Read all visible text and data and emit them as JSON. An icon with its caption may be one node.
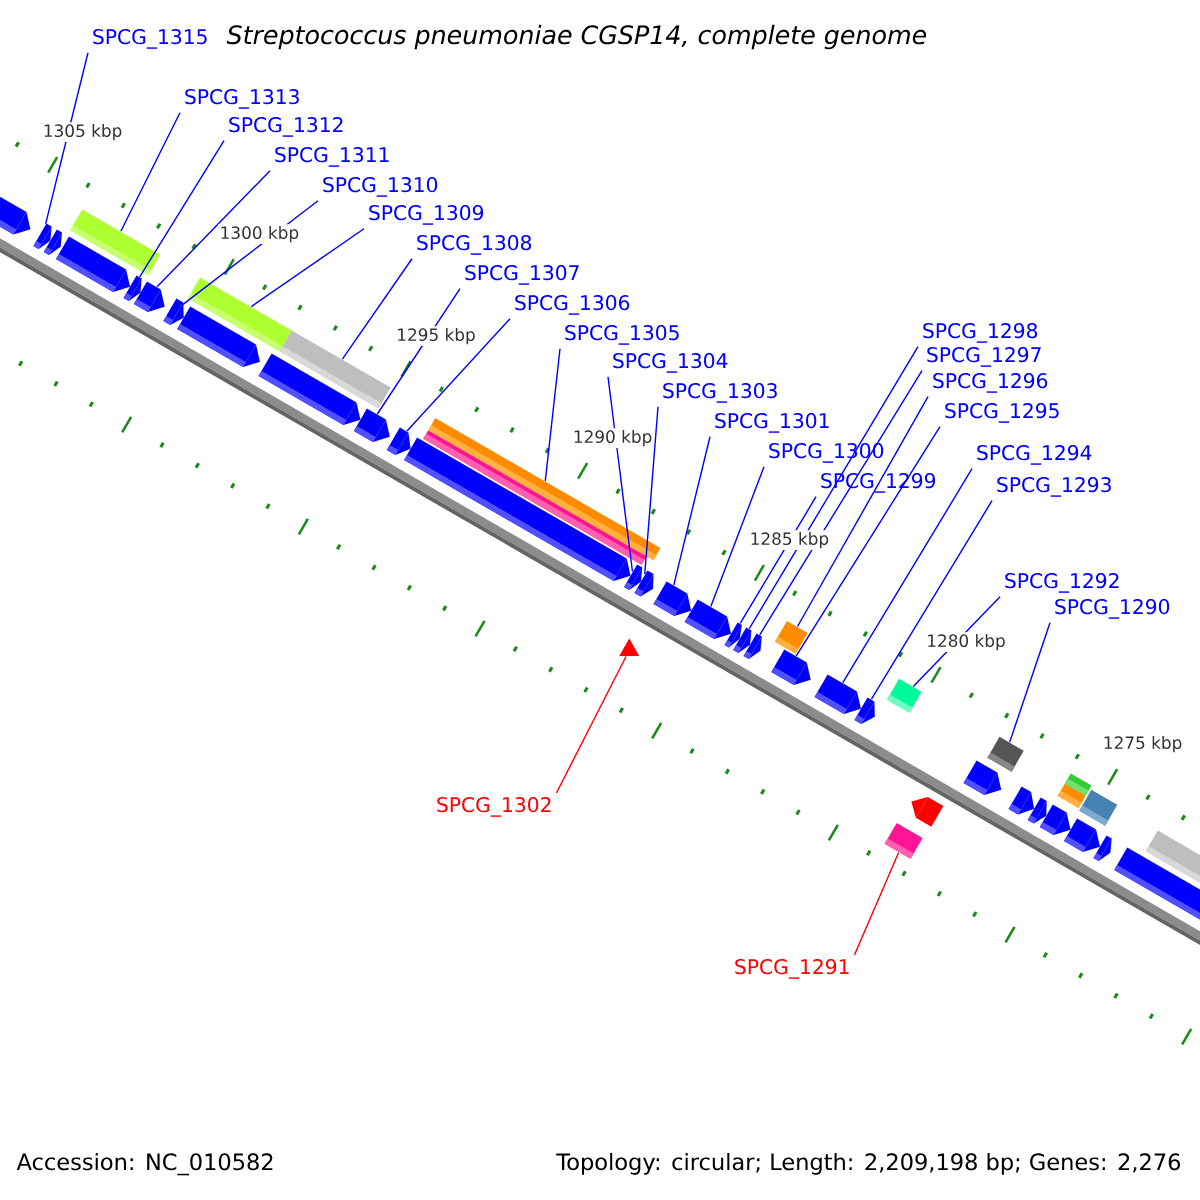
{
  "diagram": {
    "title": "Streptococcus pneumoniae CGSP14, complete genome",
    "nodes": [
      {
        "text": [
          "SPCG_1315"
        ]
      },
      {
        "text": [
          "SPCG_1313"
        ]
      },
      {
        "text": [
          "SPCG_1312"
        ]
      },
      {
        "text": [
          "SPCG_1311"
        ]
      },
      {
        "text": [
          "SPCG_1310"
        ]
      },
      {
        "text": [
          "SPCG_1309"
        ]
      },
      {
        "text": [
          "SPCG_1308"
        ]
      },
      {
        "text": [
          "SPCG_1307"
        ]
      },
      {
        "text": [
          "SPCG_1306"
        ]
      },
      {
        "text": [
          "SPCG_1305"
        ]
      },
      {
        "text": [
          "SPCG_1298"
        ]
      },
      {
        "text": [
          "SPCG_1297"
        ]
      },
      {
        "text": [
          "SPCG_1304"
        ]
      },
      {
        "text": [
          "SPCG_1296"
        ]
      },
      {
        "text": [
          "SPCG_1303"
        ]
      },
      {
        "text": [
          "SPCG_1295"
        ]
      },
      {
        "text": [
          "SPCG_1301"
        ]
      },
      {
        "text": [
          "SPCG_1300"
        ]
      },
      {
        "text": [
          "SPCG_1294"
        ]
      },
      {
        "text": [
          "SPCG_1299"
        ]
      },
      {
        "text": [
          "SPCG_1293"
        ]
      },
      {
        "text": [
          "SPCG_1292"
        ]
      },
      {
        "text": [
          "SPCG_1290"
        ]
      },
      {
        "text": [
          "SPCG_1302"
        ]
      },
      {
        "text": [
          "SPCG_1291"
        ]
      },
      {
        "text": [],
        "shape": "pentagon"
      },
      {
        "text": [],
        "shape": "pentagon"
      },
      {
        "text": [],
        "shape": "pentagon"
      },
      {
        "text": [],
        "shape": "bar"
      },
      {
        "text": [],
        "shape": "pentagon"
      },
      {
        "text": [],
        "shape": "pentagon"
      },
      {
        "text": [],
        "shape": "pentagon"
      },
      {
        "text": [],
        "shape": "pentagon"
      },
      {
        "text": [],
        "shape": "bar"
      },
      {
        "text": [],
        "shape": "pentagon"
      },
      {
        "text": [],
        "shape": "pentagon"
      },
      {
        "text": [],
        "shape": "bar"
      },
      {
        "text": [],
        "shape": "pentagon"
      },
      {
        "text": [],
        "shape": "pentagon"
      },
      {
        "text": [],
        "shape": "pentagon"
      },
      {
        "text": [],
        "shape": "bar"
      },
      {
        "text": [],
        "shape": "bar"
      },
      {
        "text": [],
        "shape": "pentagon"
      },
      {
        "text": [],
        "shape": "pentagon"
      },
      {
        "text": [],
        "shape": "triangle"
      },
      {
        "text": [],
        "shape": "pentagon"
      },
      {
        "text": [],
        "shape": "pentagon"
      },
      {
        "text": [],
        "shape": "pentagon"
      },
      {
        "text": [],
        "shape": "pentagon"
      },
      {
        "text": [],
        "shape": "pentagon"
      },
      {
        "text": [],
        "shape": "box"
      },
      {
        "text": [],
        "shape": "pentagon"
      },
      {
        "text": [],
        "shape": "pentagon"
      },
      {
        "text": [],
        "shape": "pentagon"
      },
      {
        "text": [],
        "shape": "box"
      },
      {
        "text": [],
        "shape": "box"
      },
      {
        "text": [],
        "shape": "pentagon"
      },
      {
        "text": [],
        "shape": "pentagon"
      },
      {
        "text": [],
        "shape": "box"
      },
      {
        "text": [],
        "shape": "pentagon"
      },
      {
        "text": [],
        "shape": "pentagon"
      },
      {
        "text": [],
        "shape": "bar"
      },
      {
        "text": [],
        "shape": "bar"
      },
      {
        "text": [],
        "shape": "pentagon"
      },
      {
        "text": [],
        "shape": "box"
      },
      {
        "text": [],
        "shape": "pentagon"
      },
      {
        "text": [],
        "shape": "pentagon"
      },
      {
        "text": [],
        "shape": "pentagon"
      },
      {
        "text": [],
        "shape": "bar"
      }
    ],
    "edges": [
      {
        "from": 0,
        "to": 26,
        "arrow": "none"
      },
      {
        "from": 1,
        "to": 28,
        "arrow": "none"
      },
      {
        "from": 2,
        "to": 30,
        "arrow": "none"
      },
      {
        "from": 3,
        "to": 31,
        "arrow": "none"
      },
      {
        "from": 4,
        "to": 32,
        "arrow": "none"
      },
      {
        "from": 5,
        "to": 33,
        "arrow": "none"
      },
      {
        "from": 6,
        "to": 36,
        "arrow": "none"
      },
      {
        "from": 7,
        "to": 37,
        "arrow": "none"
      },
      {
        "from": 8,
        "to": 38,
        "arrow": "none"
      },
      {
        "from": 9,
        "to": 41,
        "arrow": "none"
      },
      {
        "from": 10,
        "to": 48,
        "arrow": "none"
      },
      {
        "from": 11,
        "to": 49,
        "arrow": "none"
      },
      {
        "from": 12,
        "to": 42,
        "arrow": "none"
      },
      {
        "from": 13,
        "to": 50,
        "arrow": "none"
      },
      {
        "from": 14,
        "to": 43,
        "arrow": "none"
      },
      {
        "from": 15,
        "to": 51,
        "arrow": "none"
      },
      {
        "from": 16,
        "to": 45,
        "arrow": "none"
      },
      {
        "from": 17,
        "to": 46,
        "arrow": "none"
      },
      {
        "from": 18,
        "to": 52,
        "arrow": "none"
      },
      {
        "from": 19,
        "to": 47,
        "arrow": "none"
      },
      {
        "from": 20,
        "to": 53,
        "arrow": "none"
      },
      {
        "from": 21,
        "to": 54,
        "arrow": "none"
      },
      {
        "from": 22,
        "to": 58,
        "arrow": "none"
      },
      {
        "from": 23,
        "to": 44,
        "arrow": "none",
        "color": "#ff0000"
      },
      {
        "from": 24,
        "to": 55,
        "arrow": "none",
        "color": "#ff0000"
      }
    ],
    "labels": [
      "1305 kbp",
      "1300 kbp",
      "1295 kbp",
      "1290 kbp",
      "1285 kbp",
      "1280 kbp",
      "1275 kbp",
      "Accession: NC_010582",
      "Topology: circular; Length: 2,209,198 bp; Genes: 2,276"
    ]
  }
}
